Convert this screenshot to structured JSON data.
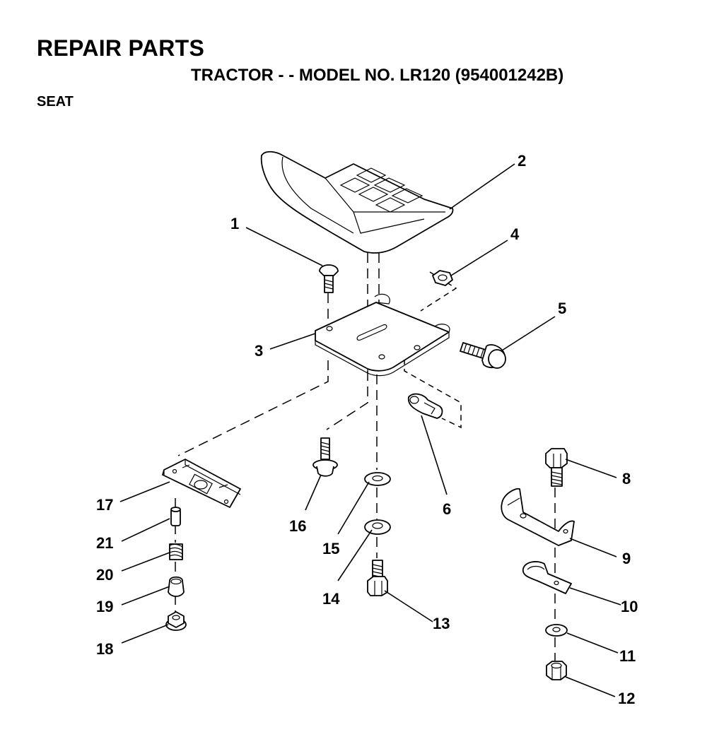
{
  "header": {
    "title": "REPAIR PARTS",
    "subtitle": "TRACTOR - - MODEL NO. LR120 (954001242B)",
    "section": "SEAT"
  },
  "callouts": [
    "1",
    "2",
    "3",
    "4",
    "5",
    "6",
    "8",
    "9",
    "10",
    "11",
    "12",
    "13",
    "14",
    "15",
    "16",
    "17",
    "18",
    "19",
    "20",
    "21"
  ]
}
